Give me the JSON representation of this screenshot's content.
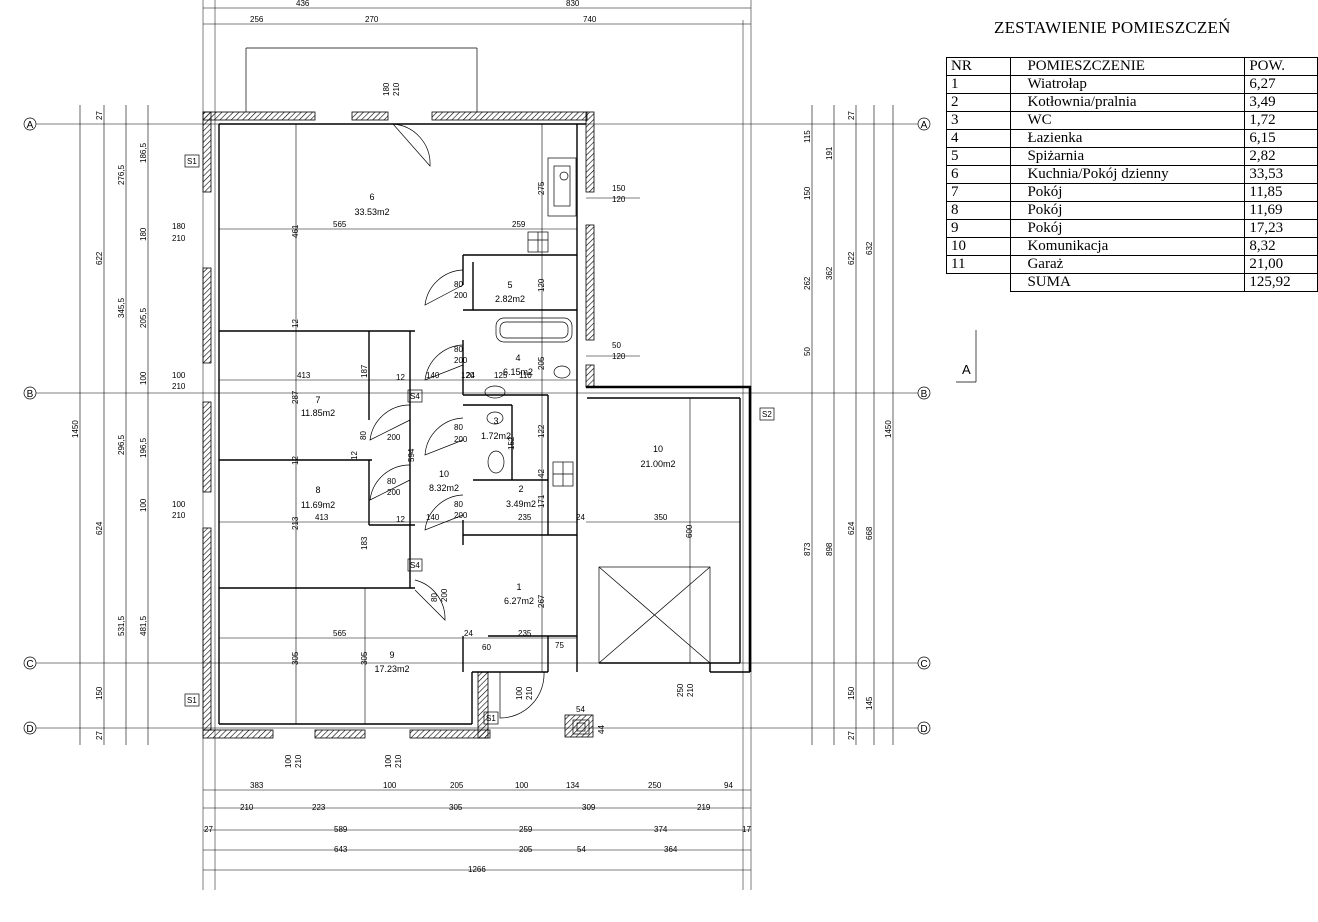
{
  "table": {
    "title": "ZESTAWIENIE POMIESZCZEŃ",
    "headers": {
      "nr": "NR",
      "name": "POMIESZCZENIE",
      "area": "POW."
    },
    "rows": [
      {
        "nr": "1",
        "name": "Wiatrołap",
        "area": "6,27"
      },
      {
        "nr": "2",
        "name": "Kotłownia/pralnia",
        "area": "3,49"
      },
      {
        "nr": "3",
        "name": "WC",
        "area": "1,72"
      },
      {
        "nr": "4",
        "name": "Łazienka",
        "area": "6,15"
      },
      {
        "nr": "5",
        "name": "Spiżarnia",
        "area": "2,82"
      },
      {
        "nr": "6",
        "name": "Kuchnia/Pokój dzienny",
        "area": "33,53"
      },
      {
        "nr": "7",
        "name": "Pokój",
        "area": "11,85"
      },
      {
        "nr": "8",
        "name": "Pokój",
        "area": "11,69"
      },
      {
        "nr": "9",
        "name": "Pokój",
        "area": "17,23"
      },
      {
        "nr": "10",
        "name": "Komunikacja",
        "area": "8,32"
      },
      {
        "nr": "11",
        "name": "Garaż",
        "area": "21,00"
      }
    ],
    "sum_label": "SUMA",
    "sum_value": "125,92"
  },
  "section_mark": "A",
  "axes": [
    "A",
    "B",
    "C",
    "D"
  ],
  "rooms": [
    {
      "num": "6",
      "area": "33.53m2"
    },
    {
      "num": "5",
      "area": "2.82m2"
    },
    {
      "num": "4",
      "area": "6.15m2"
    },
    {
      "num": "7",
      "area": "11.85m2"
    },
    {
      "num": "3",
      "area": "1.72m2"
    },
    {
      "num": "10",
      "area": "8.32m2"
    },
    {
      "num": "2",
      "area": "3.49m2"
    },
    {
      "num": "8",
      "area": "11.69m2"
    },
    {
      "num": "1",
      "area": "6.27m2"
    },
    {
      "num": "9",
      "area": "17.23m2"
    },
    {
      "num": "10",
      "area": "21.00m2"
    }
  ],
  "tags": {
    "s1": "S1",
    "s2": "S2",
    "s4": "S4"
  },
  "dims": {
    "top": [
      "436",
      "830",
      "256",
      "270",
      "740"
    ],
    "bottom1": [
      "383",
      "100",
      "205",
      "100",
      "134",
      "250",
      "94"
    ],
    "bottom2": [
      "210",
      "223",
      "305",
      "309",
      "219"
    ],
    "bottom3": [
      "27",
      "589",
      "259",
      "374",
      "17"
    ],
    "bottom4": [
      "643",
      "205",
      "54",
      "364"
    ],
    "bottom5": [
      "1266"
    ],
    "left_outer": [
      "27",
      "622",
      "1450",
      "624",
      "150",
      "27"
    ],
    "left_mid": [
      "276,5",
      "345,5",
      "296,5",
      "531,5"
    ],
    "left_inner": [
      "186,5",
      "180",
      "205,5",
      "100",
      "196,5",
      "100",
      "481,5"
    ],
    "right_outer": [
      "27",
      "622",
      "1450",
      "624",
      "150",
      "27"
    ],
    "right_a": [
      "115",
      "150",
      "262",
      "50",
      "873"
    ],
    "right_b": [
      "191",
      "362",
      "898"
    ],
    "right_c": [
      "632",
      "668",
      "145"
    ],
    "openings": {
      "door_top": [
        "180",
        "210"
      ],
      "win_left1": [
        "180",
        "210"
      ],
      "win_left2": [
        "100",
        "210"
      ],
      "win_left3": [
        "100",
        "210"
      ],
      "win_right1": [
        "150",
        "120"
      ],
      "win_right2": [
        "50",
        "120"
      ],
      "door_80_200": [
        "80",
        "200"
      ],
      "win_bottom": [
        "100",
        "210"
      ],
      "door_entry": [
        "100",
        "210"
      ],
      "garage_door": [
        "250",
        "210"
      ],
      "small": [
        "80",
        "200"
      ]
    },
    "inner": [
      "461",
      "565",
      "259",
      "275",
      "12",
      "120",
      "413",
      "187",
      "140",
      "120",
      "125",
      "110",
      "287",
      "205",
      "122",
      "152",
      "594",
      "12",
      "42",
      "171",
      "235",
      "350",
      "600",
      "213",
      "183",
      "413",
      "140",
      "267",
      "235",
      "565",
      "24",
      "60",
      "75",
      "305",
      "305",
      "54",
      "44",
      "12",
      "12",
      "12",
      "24",
      "24"
    ]
  },
  "colors": {
    "ink": "#000000",
    "background": "#ffffff"
  }
}
